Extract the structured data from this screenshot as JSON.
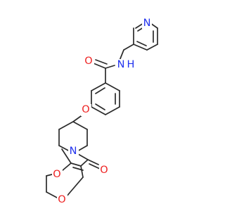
{
  "colors": {
    "bond": "#2b2b2b",
    "nitrogen": "#2233ee",
    "oxygen": "#ee2222",
    "background": "#ffffff"
  },
  "atoms": {
    "pyridine_n": "N",
    "amide_n": "N",
    "amide_h": "H",
    "amide_o": "O",
    "ether_o": "O",
    "piperidine_n": "N",
    "carbonyl_o": "O",
    "dioxine_o_top": "O",
    "dioxine_o_bottom": "O"
  }
}
